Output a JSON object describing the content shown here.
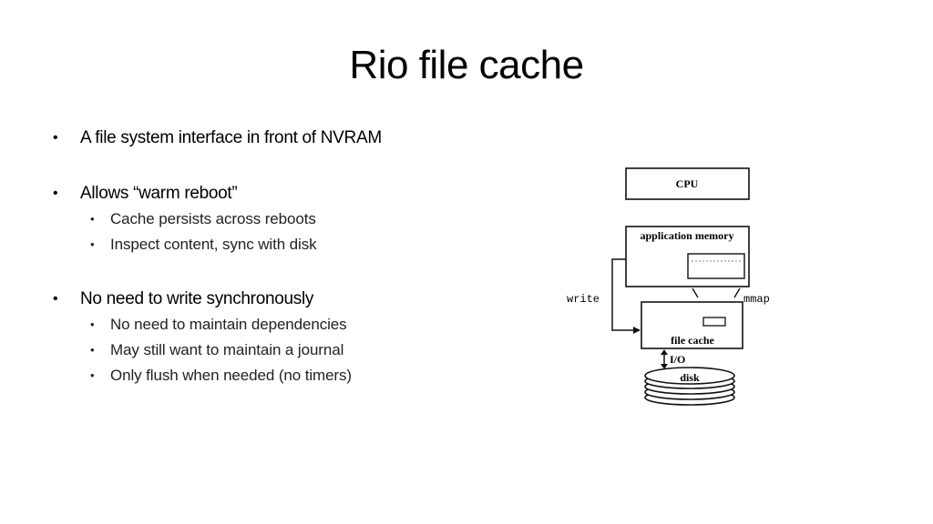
{
  "slide": {
    "title": "Rio file cache"
  },
  "bullets": [
    {
      "text": "A file system interface in front of NVRAM",
      "sub": []
    },
    {
      "text": "Allows “warm reboot”",
      "sub": [
        "Cache persists across reboots",
        "Inspect content, sync with disk"
      ]
    },
    {
      "text": "No need to write synchronously",
      "sub": [
        "No need to maintain dependencies",
        "May still want to maintain a journal",
        "Only flush when needed (no timers)"
      ]
    }
  ],
  "bullet_glyph": "•",
  "diagram": {
    "cpu_label": "CPU",
    "app_memory_label": "application memory",
    "write_label": "write",
    "mmap_label": "mmap",
    "file_cache_label": "file cache",
    "io_label": "I/O",
    "disk_label": "disk"
  }
}
